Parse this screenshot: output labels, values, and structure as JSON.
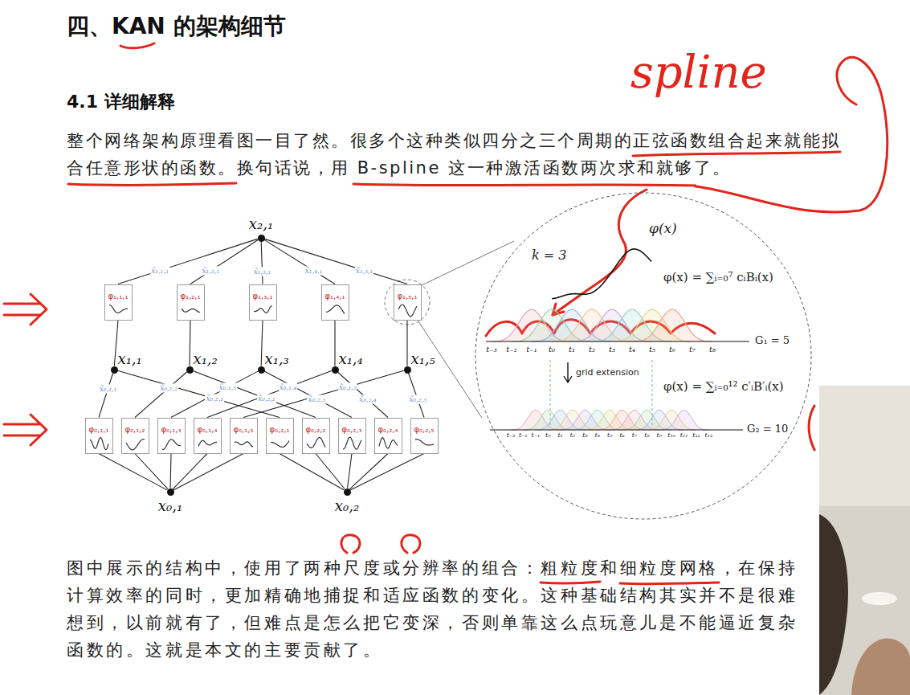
{
  "diagram": {
    "title": "四、KAN 的架构细节",
    "nodes": [
      {
        "text": [
          "x₂,₁"
        ]
      },
      {
        "text": [
          "φ₁,₁,₁"
        ]
      },
      {
        "text": [
          "φ₁,₂,₁"
        ]
      },
      {
        "text": [
          "φ₁,₃,₁"
        ]
      },
      {
        "text": [
          "φ₁,₄,₁"
        ]
      },
      {
        "text": [
          "φ₁,₅,₁"
        ]
      },
      {
        "text": [
          "x₁,₁"
        ]
      },
      {
        "text": [
          "x₁,₂"
        ]
      },
      {
        "text": [
          "x₁,₃"
        ]
      },
      {
        "text": [
          "x₁,₄"
        ]
      },
      {
        "text": [
          "x₁,₅"
        ]
      },
      {
        "text": [
          "φ₀,₁,₁"
        ]
      },
      {
        "text": [
          "φ₀,₁,₂"
        ]
      },
      {
        "text": [
          "φ₀,₁,₃"
        ]
      },
      {
        "text": [
          "φ₀,₁,₄"
        ]
      },
      {
        "text": [
          "φ₀,₁,₅"
        ]
      },
      {
        "text": [
          "φ₀,₂,₁"
        ]
      },
      {
        "text": [
          "φ₀,₂,₂"
        ]
      },
      {
        "text": [
          "φ₀,₂,₃"
        ]
      },
      {
        "text": [
          "φ₀,₂,₄"
        ]
      },
      {
        "text": [
          "φ₀,₂,₅"
        ]
      },
      {
        "text": [
          "x₀,₁"
        ]
      },
      {
        "text": [
          "x₀,₂"
        ]
      },
      {
        "text": [
          "φ(x)",
          "k = 3",
          "φ(x) = ∑ᵢ₌₀⁷ cᵢBᵢ(x)",
          "t₋₃",
          "t₋₂",
          "t₋₁",
          "t₀",
          "t₁",
          "t₂",
          "t₃",
          "t₄",
          "t₅",
          "t₆",
          "t₇",
          "t₈",
          "G₁ = 5",
          "grid extension",
          "φ(x) = ∑ᵢ₌₀¹² c′ᵢB′ᵢ(x)",
          "G₂ = 10",
          "t₋₃",
          "t₋₂",
          "t₋₁",
          "t₀",
          "t₁",
          "t₂",
          "t₃",
          "t₄",
          "t₅",
          "t₆",
          "t₇",
          "t₈",
          "t₉",
          "t₁₀",
          "t₁₁",
          "t₁₂",
          "t₁₃"
        ]
      }
    ],
    "edges": [
      {
        "from": 1,
        "to": 0,
        "label": "x̃₁,₁,₁",
        "arrow": "none"
      },
      {
        "from": 2,
        "to": 0,
        "label": "x̃₁,₂,₁",
        "arrow": "none"
      },
      {
        "from": 3,
        "to": 0,
        "label": "x̃₁,₃,₁",
        "arrow": "none"
      },
      {
        "from": 4,
        "to": 0,
        "label": "x̃₁,₄,₁",
        "arrow": "none"
      },
      {
        "from": 5,
        "to": 0,
        "label": "x̃₁,₅,₁",
        "arrow": "none"
      },
      {
        "from": 6,
        "to": 1,
        "arrow": "none"
      },
      {
        "from": 7,
        "to": 2,
        "arrow": "none"
      },
      {
        "from": 8,
        "to": 3,
        "arrow": "none"
      },
      {
        "from": 9,
        "to": 4,
        "arrow": "none"
      },
      {
        "from": 10,
        "to": 5,
        "arrow": "none"
      },
      {
        "from": 11,
        "to": 6,
        "label": "x̃₀,₁,₁",
        "arrow": "none"
      },
      {
        "from": 12,
        "to": 7,
        "label": "x̃₀,₁,₂",
        "arrow": "none"
      },
      {
        "from": 13,
        "to": 8,
        "label": "x̃₀,₁,₃",
        "arrow": "none"
      },
      {
        "from": 14,
        "to": 9,
        "label": "x̃₀,₁,₄",
        "arrow": "none"
      },
      {
        "from": 15,
        "to": 10,
        "label": "x̃₀,₁,₅",
        "arrow": "none"
      },
      {
        "from": 16,
        "to": 6,
        "label": "x̃₀,₂,₁",
        "arrow": "none"
      },
      {
        "from": 17,
        "to": 7,
        "label": "x̃₀,₂,₂",
        "arrow": "none"
      },
      {
        "from": 18,
        "to": 8,
        "label": "x̃₀,₂,₃",
        "arrow": "none"
      },
      {
        "from": 19,
        "to": 9,
        "label": "x̃₀,₂,₄",
        "arrow": "none"
      },
      {
        "from": 20,
        "to": 10,
        "label": "x̃₀,₂,₅",
        "arrow": "none"
      },
      {
        "from": 21,
        "to": 11,
        "arrow": "none"
      },
      {
        "from": 21,
        "to": 12,
        "arrow": "none"
      },
      {
        "from": 21,
        "to": 13,
        "arrow": "none"
      },
      {
        "from": 21,
        "to": 14,
        "arrow": "none"
      },
      {
        "from": 21,
        "to": 15,
        "arrow": "none"
      },
      {
        "from": 22,
        "to": 16,
        "arrow": "none"
      },
      {
        "from": 22,
        "to": 17,
        "arrow": "none"
      },
      {
        "from": 22,
        "to": 18,
        "arrow": "none"
      },
      {
        "from": 22,
        "to": 19,
        "arrow": "none"
      },
      {
        "from": 22,
        "to": 20,
        "arrow": "none"
      }
    ],
    "labels": [
      "4.1 详细解释",
      "整个网络架构原理看图一目了然。很多个这种类似四分之三个周期的正弦函数组合起来就能拟合任意形状的函数。换句话说，用 B-spline 这一种激活函数两次求和就够了。",
      "spline",
      "图中展示的结构中，使用了两种尺度或分辨率的组合：粗粒度和细粒度网格，在保持计算效率的同时，更加精确地捕捉和适应函数的变化。这种基础结构其实并不是很难想到，以前就有了，但难点是怎么把它变深，否则单靠这么点玩意儿是不能逼近复杂函数的。这就是本文的主要贡献了。"
    ]
  }
}
